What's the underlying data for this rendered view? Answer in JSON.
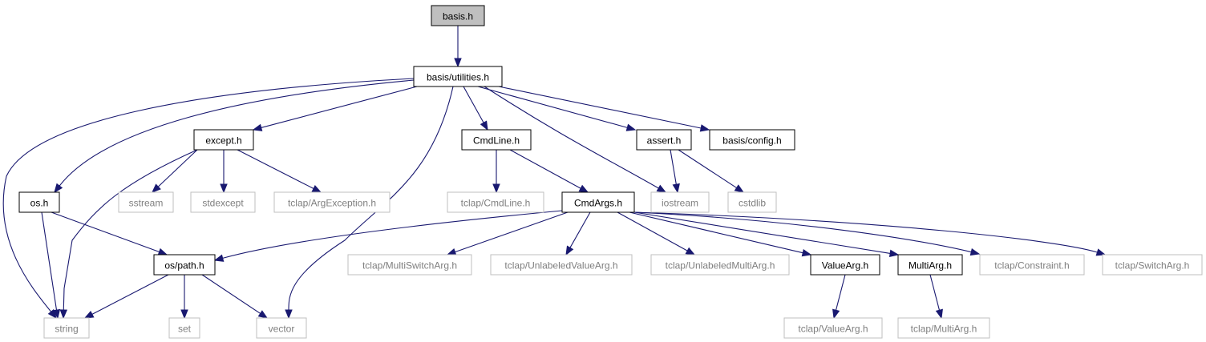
{
  "colors": {
    "edge": "#191970",
    "local_border": "#000000",
    "external_border": "#bfbfbf",
    "external_text": "#7f7f7f",
    "root_fill": "#bfbfbf"
  },
  "nodes": [
    {
      "id": "basis_h",
      "label": "basis.h",
      "kind": "root"
    },
    {
      "id": "utilities",
      "label": "basis/utilities.h",
      "kind": "local"
    },
    {
      "id": "except",
      "label": "except.h",
      "kind": "local"
    },
    {
      "id": "cmdline",
      "label": "CmdLine.h",
      "kind": "local"
    },
    {
      "id": "assert",
      "label": "assert.h",
      "kind": "local"
    },
    {
      "id": "config",
      "label": "basis/config.h",
      "kind": "local"
    },
    {
      "id": "os",
      "label": "os.h",
      "kind": "local"
    },
    {
      "id": "sstream",
      "label": "sstream",
      "kind": "external"
    },
    {
      "id": "stdexcept",
      "label": "stdexcept",
      "kind": "external"
    },
    {
      "id": "argexception",
      "label": "tclap/ArgException.h",
      "kind": "external"
    },
    {
      "id": "tclapcmdline",
      "label": "tclap/CmdLine.h",
      "kind": "external"
    },
    {
      "id": "cmdargs",
      "label": "CmdArgs.h",
      "kind": "local"
    },
    {
      "id": "iostream",
      "label": "iostream",
      "kind": "external"
    },
    {
      "id": "cstdlib",
      "label": "cstdlib",
      "kind": "external"
    },
    {
      "id": "ospath",
      "label": "os/path.h",
      "kind": "local"
    },
    {
      "id": "multiswitch",
      "label": "tclap/MultiSwitchArg.h",
      "kind": "external"
    },
    {
      "id": "unlabeledvalue",
      "label": "tclap/UnlabeledValueArg.h",
      "kind": "external"
    },
    {
      "id": "unlabeledmulti",
      "label": "tclap/UnlabeledMultiArg.h",
      "kind": "external"
    },
    {
      "id": "valuearg",
      "label": "ValueArg.h",
      "kind": "local"
    },
    {
      "id": "multiarg",
      "label": "MultiArg.h",
      "kind": "local"
    },
    {
      "id": "constraint",
      "label": "tclap/Constraint.h",
      "kind": "external"
    },
    {
      "id": "switcharg",
      "label": "tclap/SwitchArg.h",
      "kind": "external"
    },
    {
      "id": "string",
      "label": "string",
      "kind": "external"
    },
    {
      "id": "set",
      "label": "set",
      "kind": "external"
    },
    {
      "id": "vector",
      "label": "vector",
      "kind": "external"
    },
    {
      "id": "tclapvalue",
      "label": "tclap/ValueArg.h",
      "kind": "external"
    },
    {
      "id": "tclapmulti",
      "label": "tclap/MultiArg.h",
      "kind": "external"
    }
  ],
  "edges": [
    {
      "from": "basis_h",
      "to": "utilities"
    },
    {
      "from": "utilities",
      "to": "except"
    },
    {
      "from": "utilities",
      "to": "cmdline"
    },
    {
      "from": "utilities",
      "to": "assert"
    },
    {
      "from": "utilities",
      "to": "config"
    },
    {
      "from": "utilities",
      "to": "os"
    },
    {
      "from": "utilities",
      "to": "string"
    },
    {
      "from": "utilities",
      "to": "vector"
    },
    {
      "from": "utilities",
      "to": "iostream"
    },
    {
      "from": "except",
      "to": "sstream"
    },
    {
      "from": "except",
      "to": "stdexcept"
    },
    {
      "from": "except",
      "to": "argexception"
    },
    {
      "from": "except",
      "to": "string"
    },
    {
      "from": "cmdline",
      "to": "tclapcmdline"
    },
    {
      "from": "cmdline",
      "to": "cmdargs"
    },
    {
      "from": "assert",
      "to": "iostream"
    },
    {
      "from": "assert",
      "to": "cstdlib"
    },
    {
      "from": "os",
      "to": "ospath"
    },
    {
      "from": "os",
      "to": "string"
    },
    {
      "from": "cmdargs",
      "to": "ospath"
    },
    {
      "from": "cmdargs",
      "to": "multiswitch"
    },
    {
      "from": "cmdargs",
      "to": "unlabeledvalue"
    },
    {
      "from": "cmdargs",
      "to": "unlabeledmulti"
    },
    {
      "from": "cmdargs",
      "to": "valuearg"
    },
    {
      "from": "cmdargs",
      "to": "multiarg"
    },
    {
      "from": "cmdargs",
      "to": "constraint"
    },
    {
      "from": "cmdargs",
      "to": "switcharg"
    },
    {
      "from": "ospath",
      "to": "string"
    },
    {
      "from": "ospath",
      "to": "set"
    },
    {
      "from": "ospath",
      "to": "vector"
    },
    {
      "from": "valuearg",
      "to": "tclapvalue"
    },
    {
      "from": "multiarg",
      "to": "tclapmulti"
    }
  ]
}
